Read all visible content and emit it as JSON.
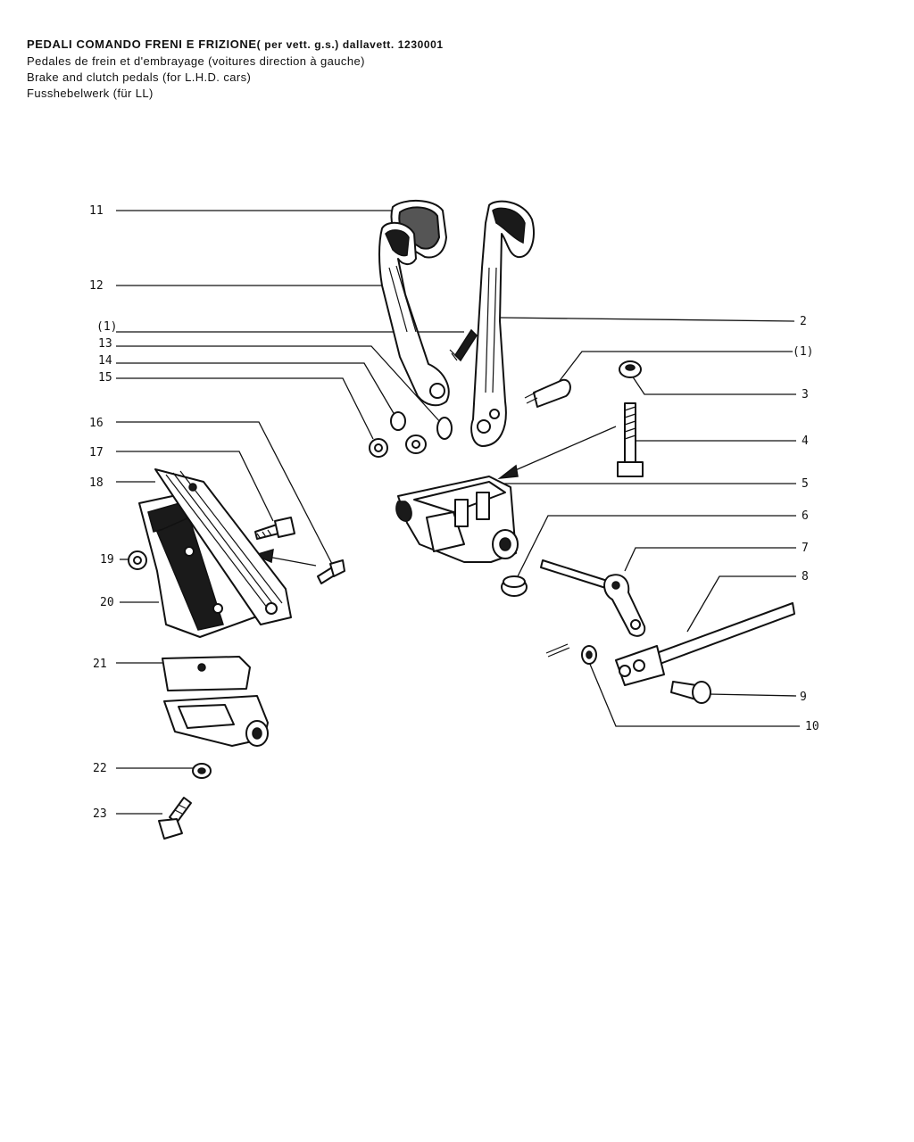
{
  "header": {
    "title_main": "PEDALI COMANDO FRENI E FRIZIONE",
    "title_sub": "( per vett. g.s.) dallavett. 1230001",
    "line_fr": "Pedales de frein et d'embrayage (voitures direction à gauche)",
    "line_en": "Brake and clutch pedals (for L.H.D. cars)",
    "line_de": "Fusshebelwerk (für LL)"
  },
  "callouts": {
    "p1_left": "(1)",
    "p1_right": "(1)",
    "p2": "2",
    "p3": "3",
    "p4": "4",
    "p5": "5",
    "p6": "6",
    "p7": "7",
    "p8": "8",
    "p9": "9",
    "p10": "10",
    "p11": "11",
    "p12": "12",
    "p13": "13",
    "p14": "14",
    "p15": "15",
    "p16": "16",
    "p17": "17",
    "p18": "18",
    "p19": "19",
    "p20": "20",
    "p21": "21",
    "p22": "22",
    "p23": "23"
  }
}
